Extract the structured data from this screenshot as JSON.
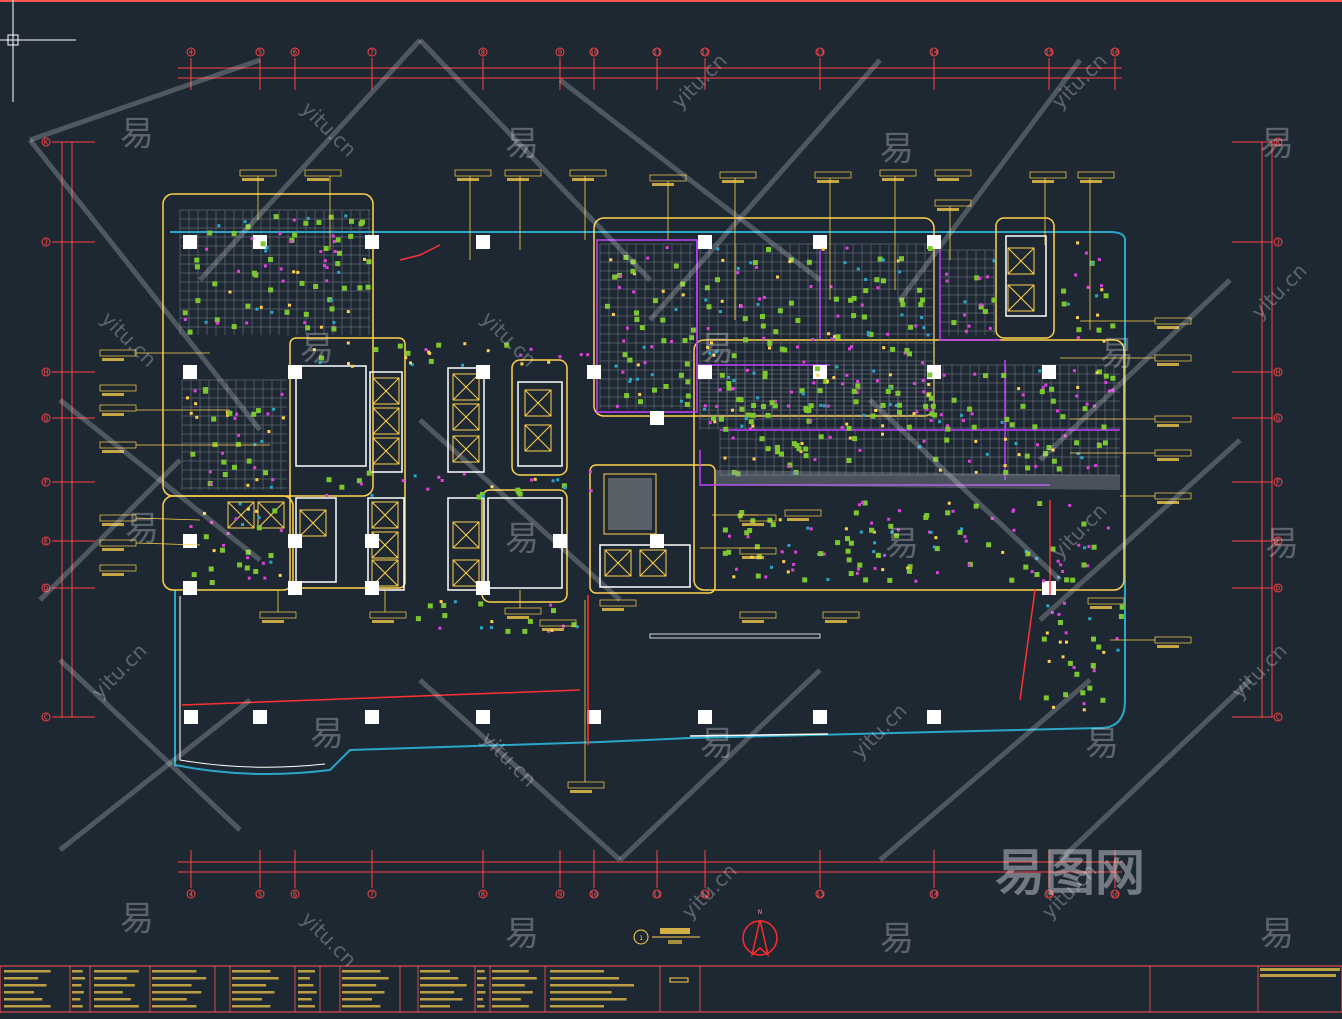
{
  "drawing": {
    "grid_top": [
      "4",
      "5",
      "6",
      "7",
      "8",
      "9",
      "10",
      "11",
      "12",
      "13",
      "14",
      "15",
      "16"
    ],
    "grid_bottom": [
      "4",
      "5",
      "6",
      "7",
      "8",
      "9",
      "10",
      "11",
      "12",
      "13",
      "14",
      "15",
      "16"
    ],
    "rows_left": [
      "K",
      "J",
      "H",
      "G",
      "F",
      "E",
      "D",
      "C"
    ],
    "rows_right": [
      "K",
      "J",
      "H",
      "G",
      "F",
      "E",
      "D",
      "C"
    ],
    "title_number": "1",
    "north_label": "N"
  },
  "watermark": {
    "char": "易",
    "domain": "yitu.cn",
    "brand": "易图网"
  },
  "colors": {
    "background": "#1e2833",
    "room_outline": "#ffd24a",
    "wall": "#ffffff",
    "axis": "#ff4040",
    "partition": "#c040ff",
    "ceiling_grid": "#8a8f9a",
    "fixture_green": "#7cc62e",
    "fixture_cyan": "#2aa6c8",
    "fixture_magenta": "#e040e0"
  }
}
